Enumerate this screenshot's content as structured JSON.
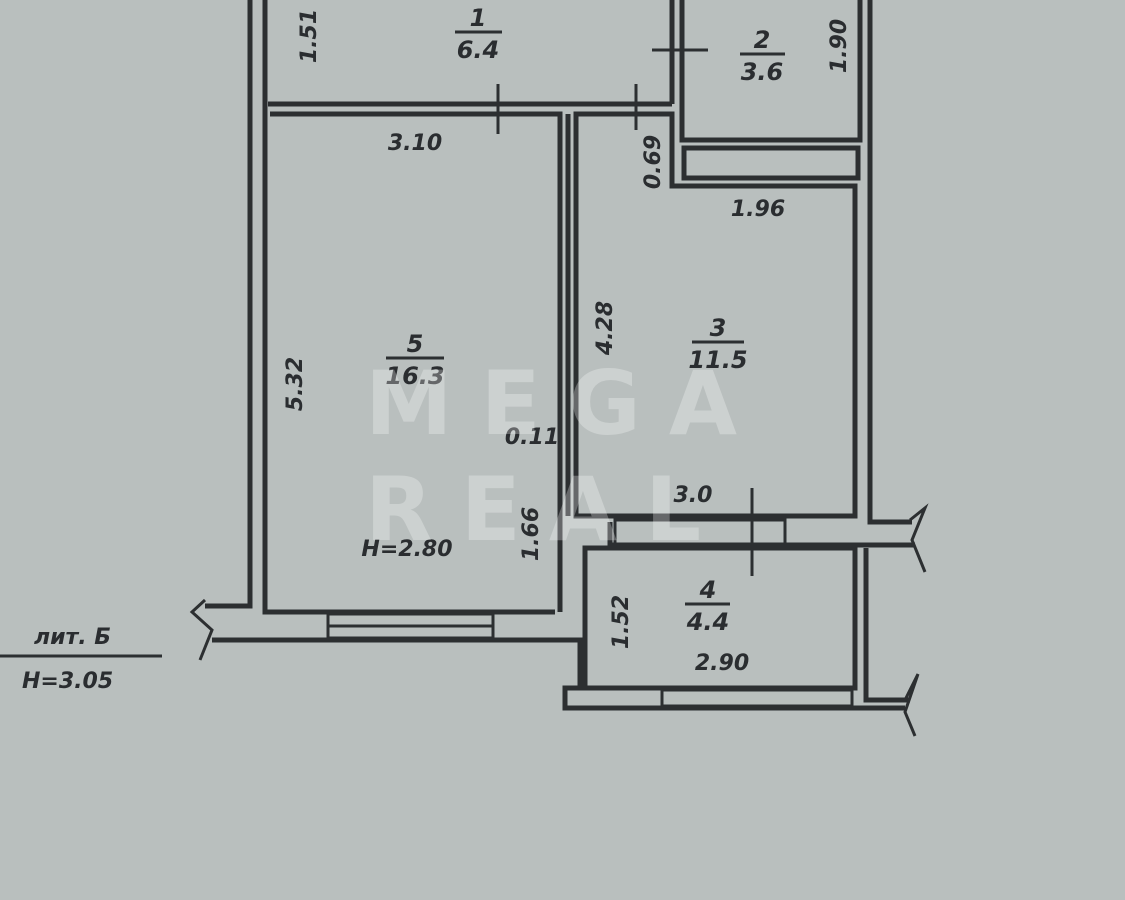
{
  "rooms": [
    {
      "number": "1",
      "area": "6.4"
    },
    {
      "number": "2",
      "area": "3.6"
    },
    {
      "number": "3",
      "area": "11.5"
    },
    {
      "number": "4",
      "area": "4.4"
    },
    {
      "number": "5",
      "area": "16.3"
    }
  ],
  "dimensions": {
    "room1_side": "1.51",
    "room2_side": "1.90",
    "room5_top": "3.10",
    "passage": "0.69",
    "room3_top": "1.96",
    "room5_side": "5.32",
    "room3_side": "4.28",
    "partition": "0.11",
    "room3_bottom": "3.0",
    "room5_lower": "1.66",
    "room4_side": "1.52",
    "room4_bottom": "2.90"
  },
  "ceiling_height": "H=2.80",
  "letter_note": {
    "title": "лит. Б",
    "height": "H=3.05"
  },
  "watermark": {
    "line1": "MEGA",
    "line2": "REAL"
  }
}
